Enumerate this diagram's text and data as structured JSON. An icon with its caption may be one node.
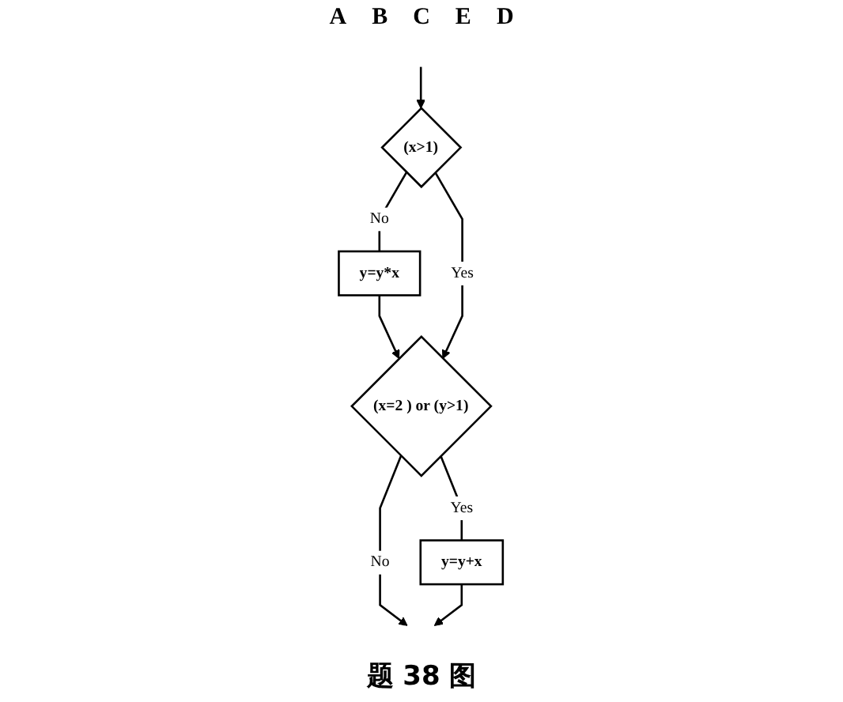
{
  "diagram": {
    "caption": "题 38 图",
    "nodes": [
      {
        "text": [
          "(x>1)"
        ]
      },
      {
        "text": [
          "y=y*x"
        ]
      },
      {
        "text": [
          "(x=2 ) or (y>1)"
        ]
      },
      {
        "text": [
          "y=y+x"
        ]
      }
    ],
    "edges": [
      {
        "from": null,
        "to": 0,
        "arrow": "to"
      },
      {
        "from": 0,
        "to": 1,
        "arrow": "none",
        "label": "No"
      },
      {
        "from": 1,
        "to": 2,
        "arrow": "to"
      },
      {
        "from": 0,
        "to": 2,
        "arrow": "to",
        "label": "Yes"
      },
      {
        "from": 2,
        "to": 3,
        "arrow": "none",
        "label": "Yes"
      },
      {
        "from": 2,
        "to": null,
        "arrow": "to",
        "label": "No"
      },
      {
        "from": 3,
        "to": null,
        "arrow": "to"
      }
    ],
    "labels": [
      "A",
      "B",
      "C",
      "E",
      "D"
    ]
  }
}
